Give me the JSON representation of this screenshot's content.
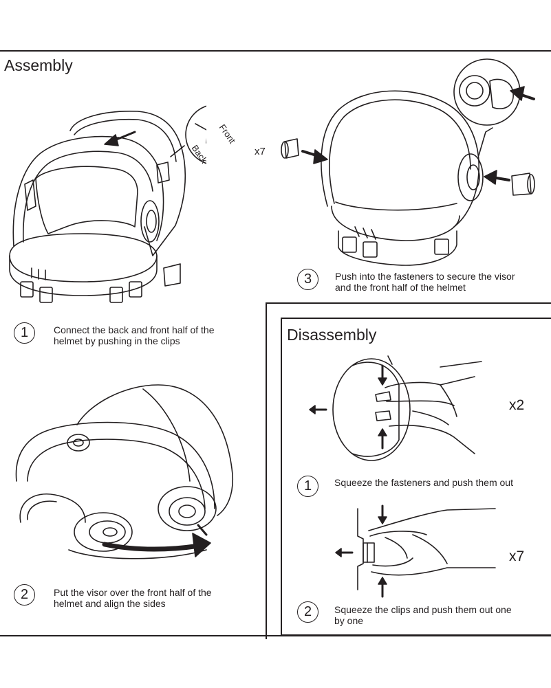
{
  "assembly": {
    "title": "Assembly",
    "callout": {
      "front_label": "Front",
      "back_label": "Back",
      "count": "x7"
    },
    "steps": [
      {
        "number": "1",
        "line1": "Connect the back and front half of the",
        "line2": "helmet by pushing in the clips"
      },
      {
        "number": "2",
        "line1": "Put the visor over the front half of the",
        "line2": "helmet and align the sides"
      },
      {
        "number": "3",
        "line1": "Push into the fasteners to secure the visor",
        "line2": "and the front half of the helmet"
      }
    ]
  },
  "disassembly": {
    "title": "Disassembly",
    "steps": [
      {
        "number": "1",
        "line1": "Squeeze the fasteners and push them out",
        "line2": "",
        "count": "x2"
      },
      {
        "number": "2",
        "line1": "Squeeze the clips and push them out one",
        "line2": "by one",
        "count": "x7"
      }
    ]
  },
  "colors": {
    "ink": "#231f20",
    "background": "#ffffff"
  }
}
